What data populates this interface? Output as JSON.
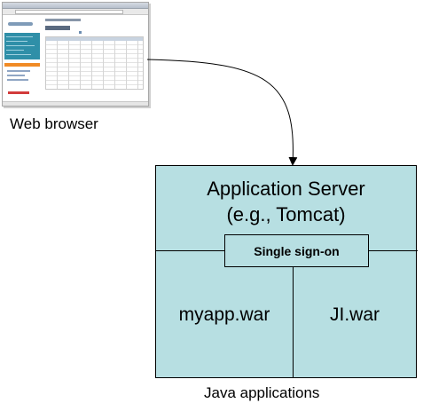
{
  "browser": {
    "caption": "Web browser"
  },
  "server": {
    "title": "Application Server",
    "subtitle": "(e.g., Tomcat)",
    "sso_label": "Single sign-on",
    "apps": [
      {
        "label": "myapp.war"
      },
      {
        "label": "JI.war"
      }
    ],
    "fill_color": "#b7dfe2"
  },
  "java_caption": "Java applications"
}
